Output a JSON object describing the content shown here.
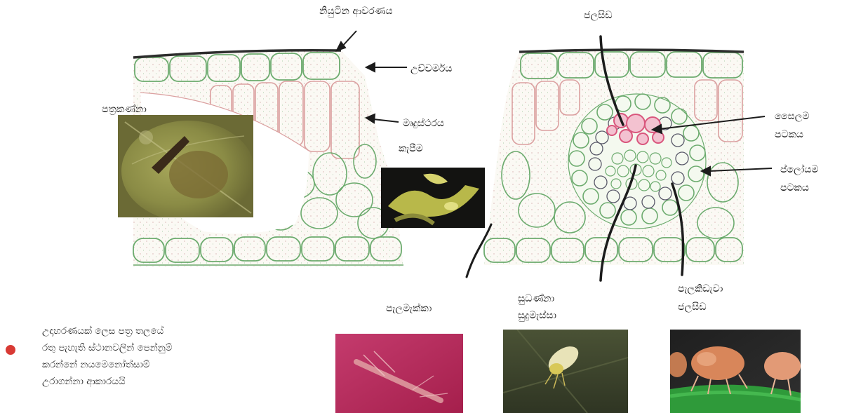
{
  "labels": {
    "cuticle": "නියුටින ආවරණය",
    "epidermis": "උච්චර්මය",
    "mesophyll": "මෘදුස්ථරය",
    "leaf_miner": "පත්‍රකණ්නා",
    "mites": "කැපීම",
    "stylet": "ජලසිඩ",
    "xylem": [
      "සෛලම",
      "පටකය"
    ],
    "phloem": [
      "ප්ලෝයම",
      "පටකය"
    ],
    "thrips": "පැලමැක්කා",
    "whitefly": [
      "සුධණ්නා",
      "සුදුමැස්සා"
    ],
    "aphid_stylet": [
      "පැලකිඩැවා",
      "ජලසිඩ"
    ]
  },
  "note": {
    "lines": [
      "උදාහරණයක් ලෙස පත්‍ර තලයේ",
      "රතු පැහැති ස්ථානවලින් පෙන්නුම්",
      "කරන්නේ නයමෙනෝත්සාම්",
      "උරාගන්නා ආකාරයයි"
    ]
  },
  "colors": {
    "cell_wall_green": "#6cab6e",
    "cell_wall_pink": "#dba0a0",
    "cell_fill": "#fbf9f4",
    "marker_red": "#d83a34",
    "xylem_pink": "#d9577d",
    "outline": "#2d2d2d"
  },
  "icons": {
    "note_marker": "red-dot-icon"
  }
}
